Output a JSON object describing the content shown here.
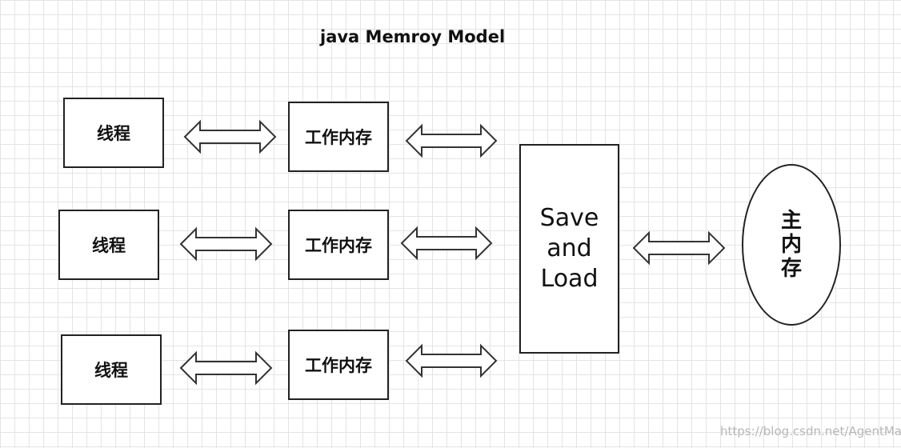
{
  "title": "java Memroy Model",
  "rows": [
    {
      "thread_label": "线程",
      "work_memory_label": "工作内存"
    },
    {
      "thread_label": "线程",
      "work_memory_label": "工作内存"
    },
    {
      "thread_label": "线程",
      "work_memory_label": "工作内存"
    }
  ],
  "save_load": {
    "line1": "Save",
    "line2": "and",
    "line3": "Load"
  },
  "main_memory_label": "主内存",
  "watermark": "https://blog.csdn.net/AgentMay"
}
